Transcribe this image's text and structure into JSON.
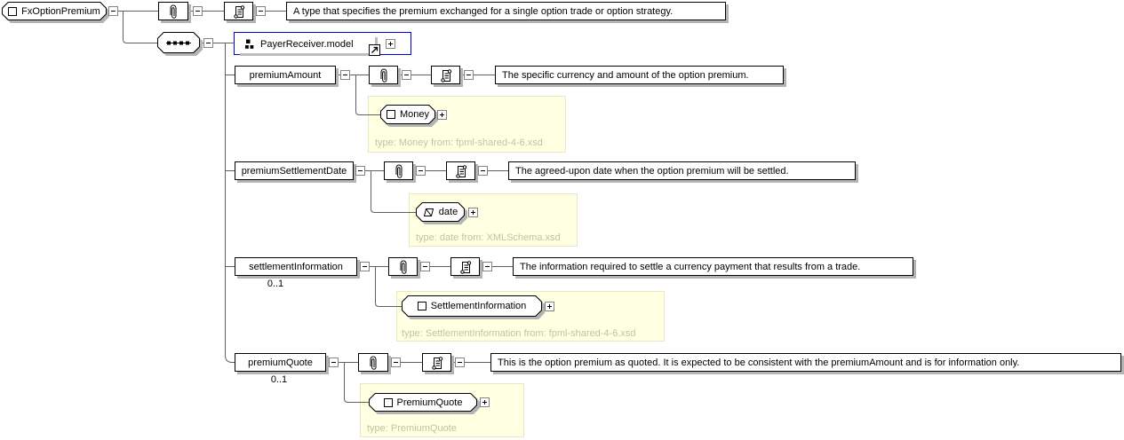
{
  "diagram": {
    "root": {
      "label": "FxOptionPremium",
      "annotation": "A type that specifies the premium exchanged for a single option trade or option strategy."
    },
    "payer_receiver": {
      "label": "PayerReceiver.model"
    },
    "elements": [
      {
        "name": "premiumAmount",
        "annotation": "The specific currency and amount of the option premium.",
        "type_label": "Money",
        "type_note": "type: Money from: fpml-shared-4-6.xsd"
      },
      {
        "name": "premiumSettlementDate",
        "annotation": "The agreed-upon date when the option premium will be settled.",
        "type_label": "date",
        "type_note": "type: date from: XMLSchema.xsd"
      },
      {
        "name": "settlementInformation",
        "cardinality": "0..1",
        "annotation": "The information required to settle a currency payment that results from a trade.",
        "type_label": "SettlementInformation",
        "type_note": "type: SettlementInformation from: fpml-shared-4-6.xsd"
      },
      {
        "name": "premiumQuote",
        "cardinality": "0..1",
        "annotation": "This is the option premium as quoted. It is expected to be consistent with the premiumAmount and is for information only.",
        "type_label": "PremiumQuote",
        "type_note": "type: PremiumQuote"
      }
    ],
    "colors": {
      "selection_blue": "#0000dd",
      "type_box_bg": "#ffffe1",
      "type_note_text": "#c2c2a4",
      "connector_gray": "#606060",
      "shadow_gray": "#b4b4b4"
    }
  }
}
